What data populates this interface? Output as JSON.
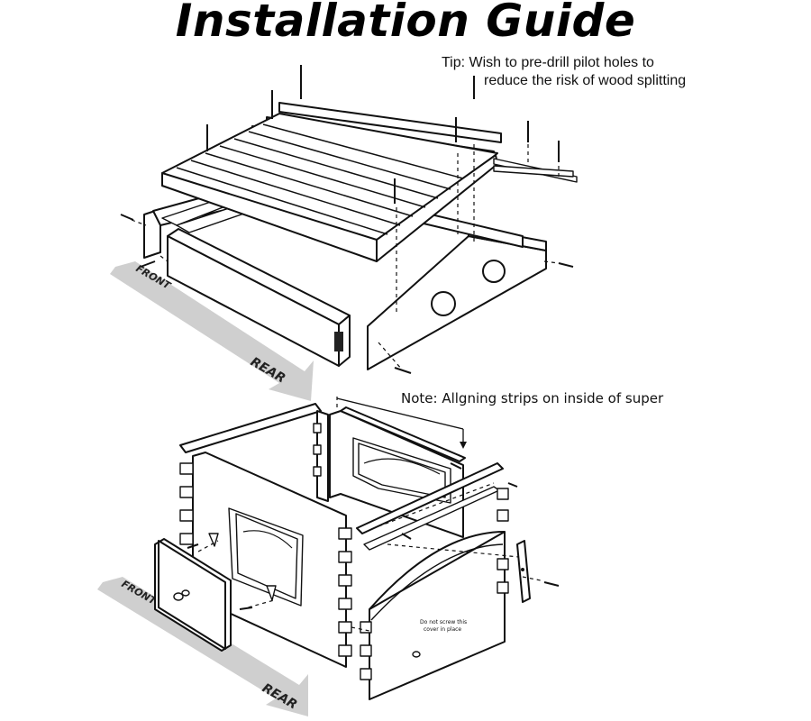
{
  "title": "Installation Guide",
  "tip": {
    "line1": "Tip: Wish to pre-drill pilot holes to",
    "line2": "reduce the risk of wood splitting"
  },
  "note": "Note: Allgning strips on inside of super",
  "labels": {
    "front_top": "FRONT",
    "rear_top": "REAR",
    "front_bottom": "FRONT",
    "rear_bottom": "REAR",
    "cover_note_1": "Do not screw this",
    "cover_note_2": "cover in place"
  }
}
